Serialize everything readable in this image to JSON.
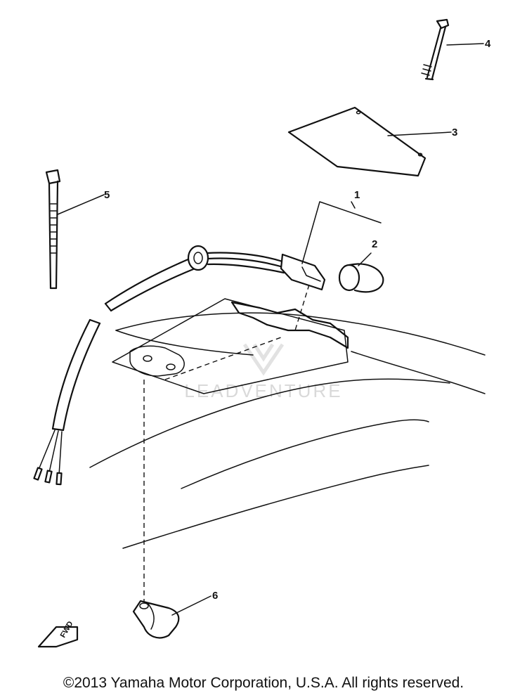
{
  "diagram": {
    "callouts": [
      {
        "number": "1"
      },
      {
        "number": "2"
      },
      {
        "number": "3"
      },
      {
        "number": "4"
      },
      {
        "number": "5"
      },
      {
        "number": "6"
      }
    ],
    "fwd_label": "FWD",
    "watermark_text": "LEADVENTURE"
  },
  "footer": {
    "copyright": "©2013 Yamaha Motor Corporation, U.S.A. All rights reserved."
  }
}
